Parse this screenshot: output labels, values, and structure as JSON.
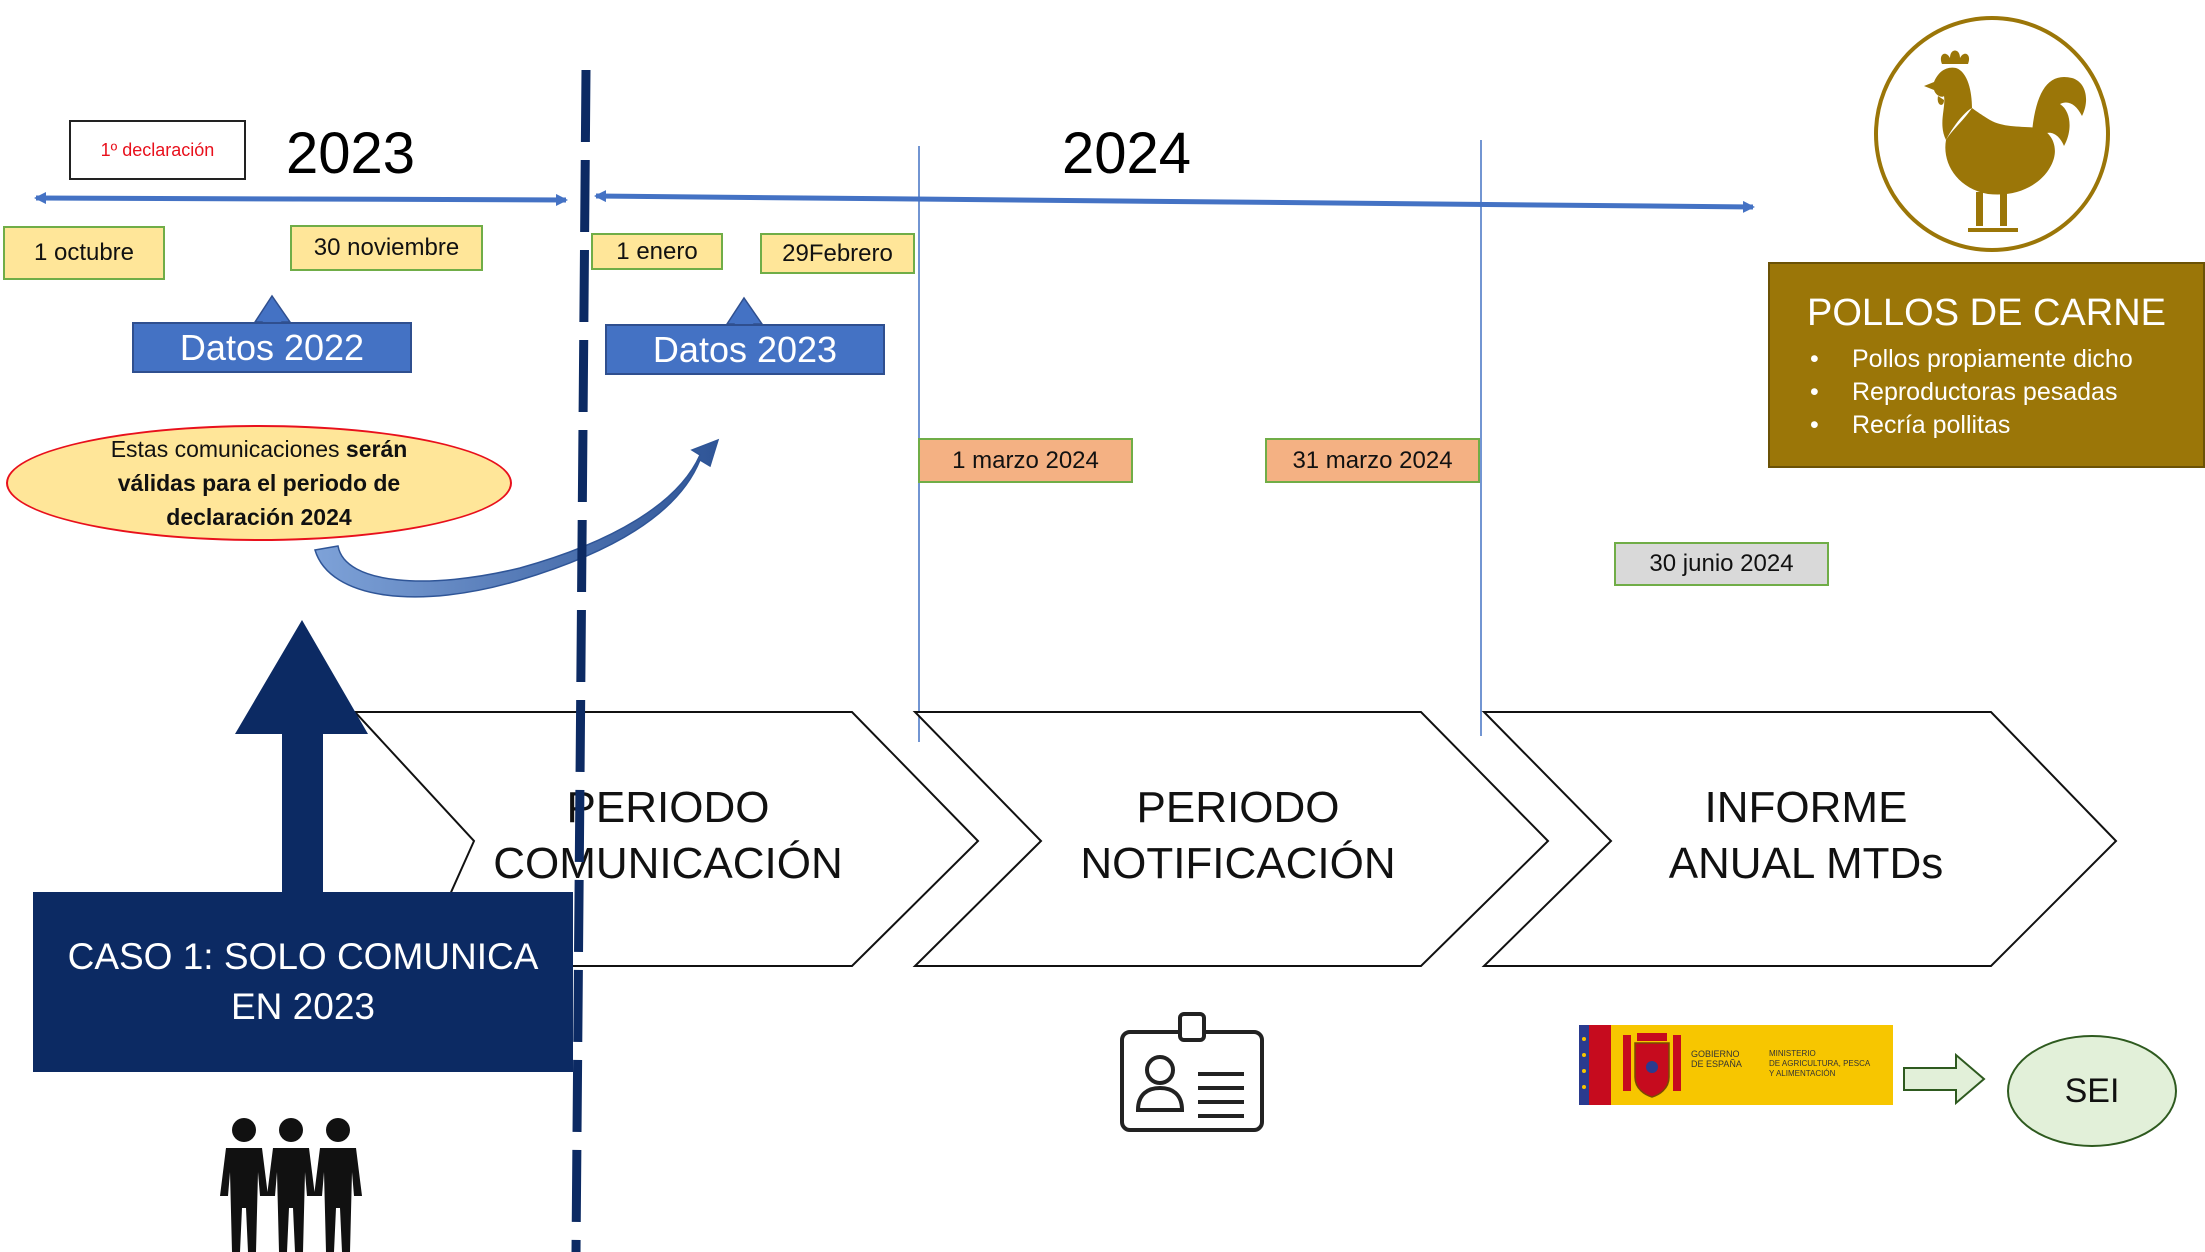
{
  "first_declaration": "1º declaración",
  "years": {
    "y2023": "2023",
    "y2024": "2024"
  },
  "dates": {
    "oct1": "1 octubre",
    "nov30": "30 noviembre",
    "jan1": "1 enero",
    "feb29": "29Febrero",
    "mar1": "1 marzo 2024",
    "mar31": "31 marzo  2024",
    "jun30": "30 junio  2024"
  },
  "data_boxes": {
    "d2022": "Datos 2022",
    "d2023": "Datos 2023"
  },
  "note": {
    "part1": "Estas comunicaciones ",
    "bold1": "serán",
    "bold2": "válidas para el periodo de",
    "bold3": "declaración 2024"
  },
  "phases": [
    {
      "line1": "PERIODO",
      "line2": "COMUNICACIÓN"
    },
    {
      "line1": "PERIODO",
      "line2": "NOTIFICACIÓN"
    },
    {
      "line1": "INFORME",
      "line2": "ANUAL MTDs"
    }
  ],
  "caso": {
    "line1": "CASO 1: SOLO COMUNICA",
    "line2": "EN 2023"
  },
  "poultry": {
    "title": "POLLOS DE CARNE",
    "items": [
      "Pollos propiamente dicho",
      "Reproductoras pesadas",
      "Recría pollitas"
    ]
  },
  "gov": {
    "line1": "GOBIERNO",
    "line2": "DE ESPAÑA",
    "min1": "MINISTERIO",
    "min2": "DE AGRICULTURA, PESCA",
    "min3": "Y ALIMENTACIÓN"
  },
  "sei": "SEI",
  "colors": {
    "timeline_blue": "#4472c4",
    "dark_navy": "#0c2a63",
    "poultry_gold": "#9b7608",
    "note_yellow": "#ffe699",
    "salmon": "#f4b183"
  },
  "icons": [
    "rooster-icon",
    "id-card-icon",
    "people-icon",
    "spain-coat-of-arms-icon",
    "right-arrow-icon"
  ]
}
